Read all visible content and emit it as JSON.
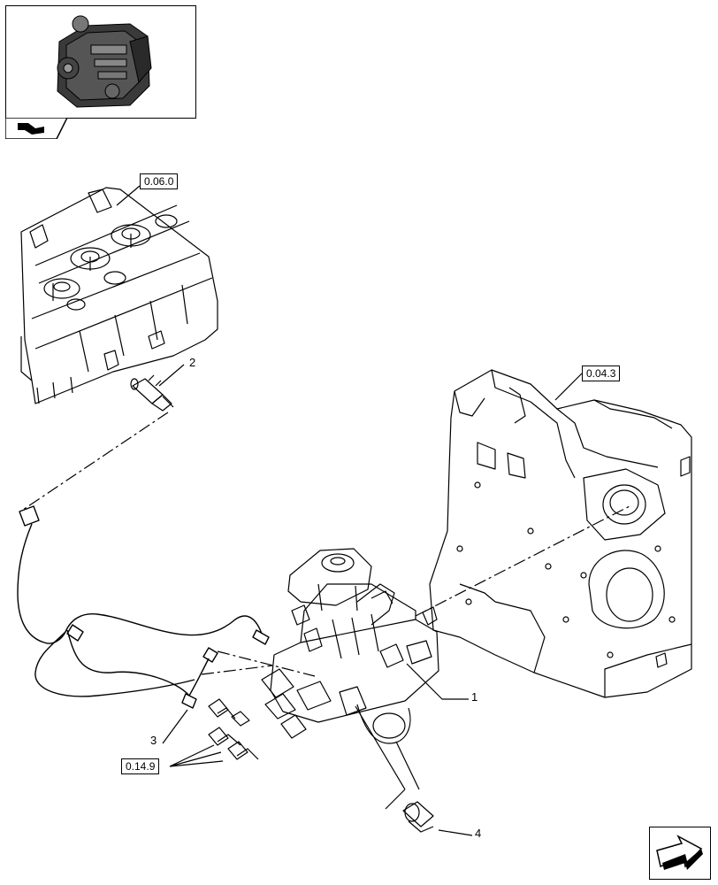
{
  "thumbnail": {
    "label": "engine-overview"
  },
  "references": [
    {
      "id": "ref-cylinder-head",
      "text": "0.06.0"
    },
    {
      "id": "ref-timing-cover",
      "text": "0.04.3"
    },
    {
      "id": "ref-injectors",
      "text": "0.14.9"
    }
  ],
  "callouts": [
    {
      "id": "callout-1",
      "text": "1"
    },
    {
      "id": "callout-2",
      "text": "2"
    },
    {
      "id": "callout-3",
      "text": "3"
    },
    {
      "id": "callout-4",
      "text": "4"
    }
  ],
  "icons": {
    "book": "book-arrow-icon",
    "nav": "next-page-arrow-icon"
  }
}
